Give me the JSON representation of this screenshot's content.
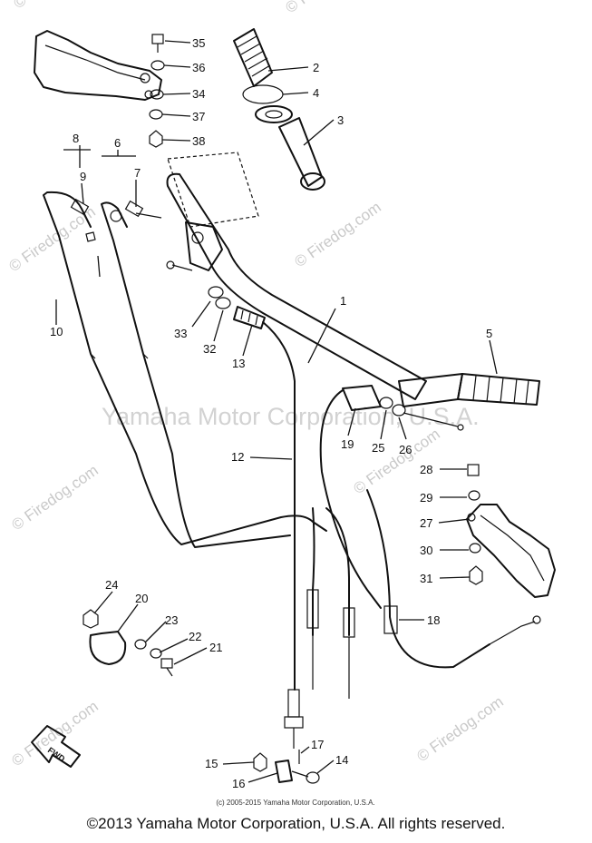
{
  "watermarks": {
    "site": "© Firedog.com",
    "owner": "Yamaha Motor Corporation, U.S.A."
  },
  "small_copyright": "(c) 2005-2015 Yamaha Motor Corporation, U.S.A.",
  "copyright": "©2013 Yamaha Motor Corporation, U.S.A. All rights reserved.",
  "fwd_label": "FWD",
  "callouts": [
    "1",
    "2",
    "3",
    "4",
    "5",
    "6",
    "7",
    "8",
    "9",
    "10",
    "12",
    "13",
    "14",
    "15",
    "16",
    "17",
    "18",
    "19",
    "20",
    "21",
    "22",
    "23",
    "24",
    "25",
    "26",
    "27",
    "28",
    "29",
    "30",
    "31",
    "32",
    "33",
    "34",
    "35",
    "36",
    "37",
    "38"
  ]
}
